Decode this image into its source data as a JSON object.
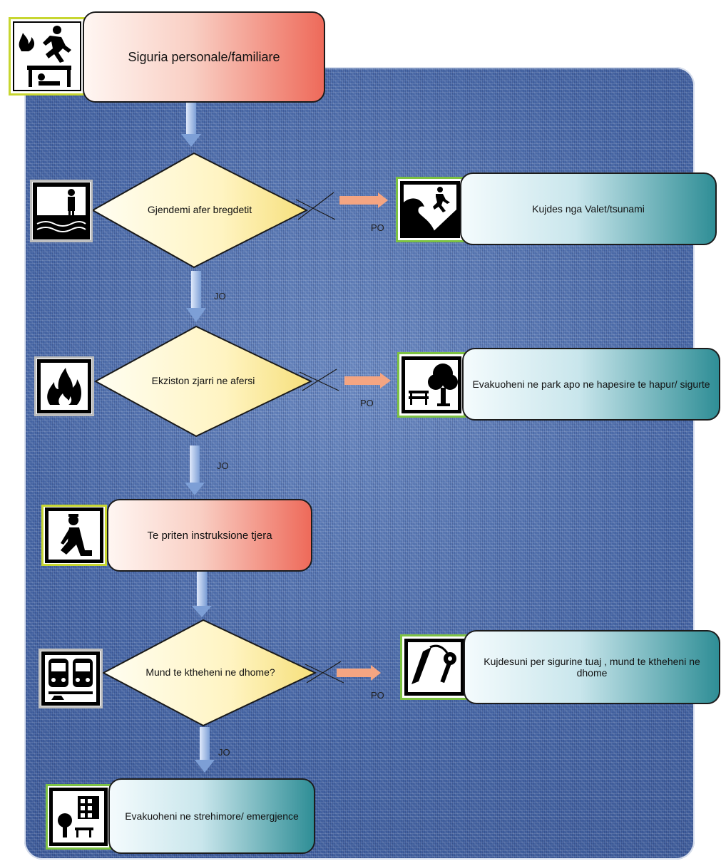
{
  "start": {
    "label": "Siguria personale/familiare",
    "icon": "fire-person-running-desk-icon"
  },
  "decisions": [
    {
      "label": "Gjendemi afer bregdetit",
      "icon": "person-at-shore-icon"
    },
    {
      "label": "Ekziston zjarri ne afersi",
      "icon": "fire-icon"
    },
    {
      "label": "Mund te ktheheni ne dhome?",
      "icon": "trains-icon"
    }
  ],
  "wait": {
    "label": "Te priten instruksione tjera",
    "icon": "sitting-person-icon"
  },
  "outcomes": [
    {
      "label": "Kujdes nga Valet/tsunami",
      "icon": "tsunami-wave-icon"
    },
    {
      "label": "Evakuoheni ne park apo ne hapesire te hapur/ sigurte",
      "icon": "park-tree-bench-icon"
    },
    {
      "label": "Kujdesuni per sigurine tuaj , mund te ktheheni ne dhome",
      "icon": "key-icon"
    },
    {
      "label": "Evakuoheni ne strehimore/ emergjence",
      "icon": "shelter-buildings-icon"
    }
  ],
  "branch_labels": {
    "yes": "PO",
    "no": "JO"
  },
  "colors": {
    "background": "#4a6aa8",
    "decision_fill": "#fff6c8",
    "arrow_down": "#8fb0e0",
    "arrow_right": "#f4a582"
  }
}
